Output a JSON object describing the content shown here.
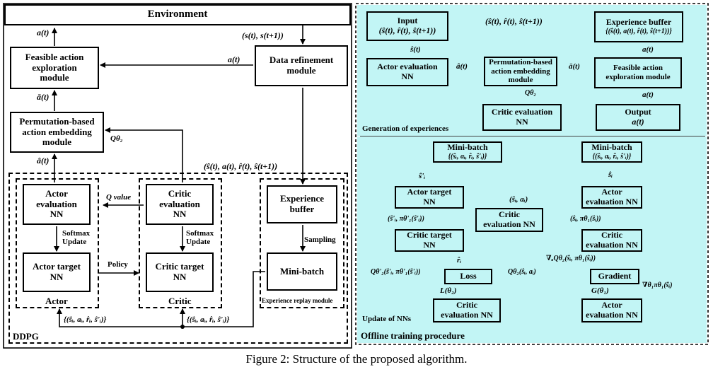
{
  "left": {
    "environment": "Environment",
    "feasible_module": [
      "Feasible action",
      "exploration",
      "module"
    ],
    "data_refinement": [
      "Data refinement",
      "module"
    ],
    "perm_module": [
      "Permutation-based",
      "action embedding",
      "module"
    ],
    "actor_eval": [
      "Actor",
      "evaluation",
      "NN"
    ],
    "actor_target": [
      "Actor target",
      "NN"
    ],
    "critic_eval": [
      "Critic",
      "evaluation",
      "NN"
    ],
    "critic_target": [
      "Critic target",
      "NN"
    ],
    "experience_buffer": [
      "Experience",
      "buffer"
    ],
    "mini_batch": "Mini-batch",
    "actor_group": "Actor",
    "critic_group": "Critic",
    "replay_group": "Experience replay module",
    "ddpg": "DDPG",
    "softmax_update": [
      "Softmax",
      "Update"
    ],
    "q_value": "Q value",
    "policy": "Policy",
    "sampling": "Sampling",
    "a_t": "a(t)",
    "abar_t": "ā(t)",
    "ahat_t": "â(t)",
    "s_pair": "(s(t), s(t+1))",
    "tuple_to_buffer": "(ŝ(t), a(t), r̂(t), ŝ(t+1))",
    "q_theta2": "Qθ₂",
    "batch_tuple": "{(ŝᵢ, aᵢ, r̂ᵢ, ŝ'ᵢ)}"
  },
  "gen": {
    "input": "Input",
    "input_tuple": "(ŝ(t), r̂(t), ŝ(t+1))",
    "top_tuple": "(ŝ(t), r̂(t), ŝ(t+1))",
    "experience_buffer": "Experience buffer",
    "buffer_tuple": "{(ŝ(t), a(t), r̂(t), ŝ(t+1))}",
    "shat_t": "ŝ(t)",
    "actor_eval": [
      "Actor evaluation",
      "NN"
    ],
    "perm_module": [
      "Permutation-based",
      "action embedding",
      "module"
    ],
    "feasible_module": [
      "Feasible action",
      "exploration module"
    ],
    "critic_eval": [
      "Critic evaluation",
      "NN"
    ],
    "output": [
      "Output",
      "a(t)"
    ],
    "ahat_t": "â(t)",
    "abar_t": "ā(t)",
    "a_t": "a(t)",
    "q_theta2": "Qθ₂",
    "caption": "Generation of experiences"
  },
  "upd": {
    "mini_batch": "Mini-batch",
    "batch_tuple": "{(ŝᵢ, aᵢ, r̂ᵢ, ŝ'ᵢ)}",
    "actor_target": [
      "Actor target",
      "NN"
    ],
    "critic_target": [
      "Critic target",
      "NN"
    ],
    "critic_eval": [
      "Critic",
      "evaluation NN"
    ],
    "loss": "Loss",
    "critic_eval_out": [
      "Critic",
      "evaluation NN"
    ],
    "actor_eval": [
      "Actor",
      "evaluation NN"
    ],
    "critic": [
      "Critic",
      "evaluation NN"
    ],
    "gradient": "Gradient",
    "actor_eval_out": [
      "Actor",
      "evaluation NN"
    ],
    "s_prime": "ŝ'ᵢ",
    "s_i": "ŝᵢ",
    "s_a": "(ŝᵢ, aᵢ)",
    "s_prime_pi": "(ŝ'ᵢ, πθ'₁(ŝ'ᵢ))",
    "r_i": "r̂ᵢ",
    "q_target": "Qθ'₂(ŝ'ᵢ, πθ'₁(ŝ'ᵢ))",
    "q_eval": "Qθ₂(ŝᵢ, aᵢ)",
    "l_theta": "L(θ₂)",
    "s_pi": "(ŝᵢ, πθ₁(ŝᵢ))",
    "grad_q": "∇ₐQθ₂(ŝᵢ, πθ₁(ŝᵢ))",
    "grad_pi": "∇θ₁πθ₁(ŝᵢ)",
    "g_theta": "G(θ₁)",
    "caption": "Update of NNs"
  },
  "offline_title": "Offline training procedure",
  "figure_caption": "Figure 2: Structure of the proposed algorithm."
}
